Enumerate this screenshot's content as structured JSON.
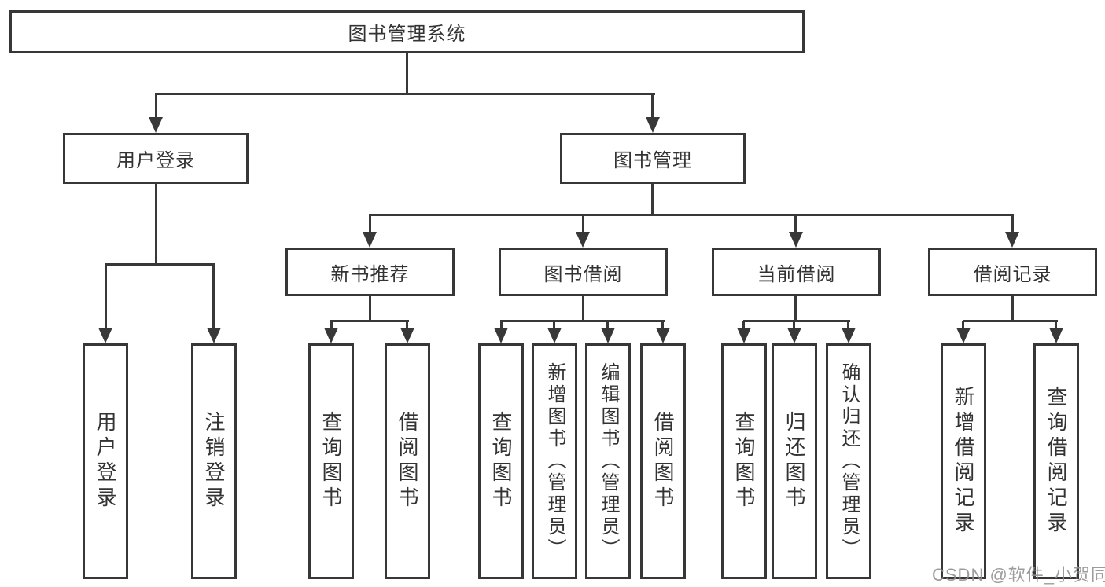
{
  "colors": {
    "line": "#383838",
    "border": "#373737",
    "text": "#333333",
    "background": "#ffffff",
    "watermark": "#919191"
  },
  "diagram": {
    "root": {
      "label": "图书管理系统"
    },
    "level1": [
      {
        "id": "user-login",
        "label": "用户登录"
      },
      {
        "id": "book-management",
        "label": "图书管理"
      }
    ],
    "level2": [
      {
        "id": "new-book-recommend",
        "parent": "book-management",
        "label": "新书推荐"
      },
      {
        "id": "book-borrow",
        "parent": "book-management",
        "label": "图书借阅"
      },
      {
        "id": "current-borrow",
        "parent": "book-management",
        "label": "当前借阅"
      },
      {
        "id": "borrow-records",
        "parent": "book-management",
        "label": "借阅记录"
      }
    ],
    "leaves": [
      {
        "parent": "user-login",
        "label": "用户登录"
      },
      {
        "parent": "user-login",
        "label": "注销登录"
      },
      {
        "parent": "new-book-recommend",
        "label": "查询图书"
      },
      {
        "parent": "new-book-recommend",
        "label": "借阅图书"
      },
      {
        "parent": "book-borrow",
        "label": "查询图书"
      },
      {
        "parent": "book-borrow",
        "label": "新增图书（管理员）"
      },
      {
        "parent": "book-borrow",
        "label": "编辑图书（管理员）"
      },
      {
        "parent": "book-borrow",
        "label": "借阅图书"
      },
      {
        "parent": "current-borrow",
        "label": "查询图书"
      },
      {
        "parent": "current-borrow",
        "label": "归还图书"
      },
      {
        "parent": "current-borrow",
        "label": "确认归还（管理员）"
      },
      {
        "parent": "borrow-records",
        "label": "新增借阅记录"
      },
      {
        "parent": "borrow-records",
        "label": "查询借阅记录"
      }
    ]
  },
  "watermark": {
    "text": "CSDN @软件_小贺同学"
  }
}
